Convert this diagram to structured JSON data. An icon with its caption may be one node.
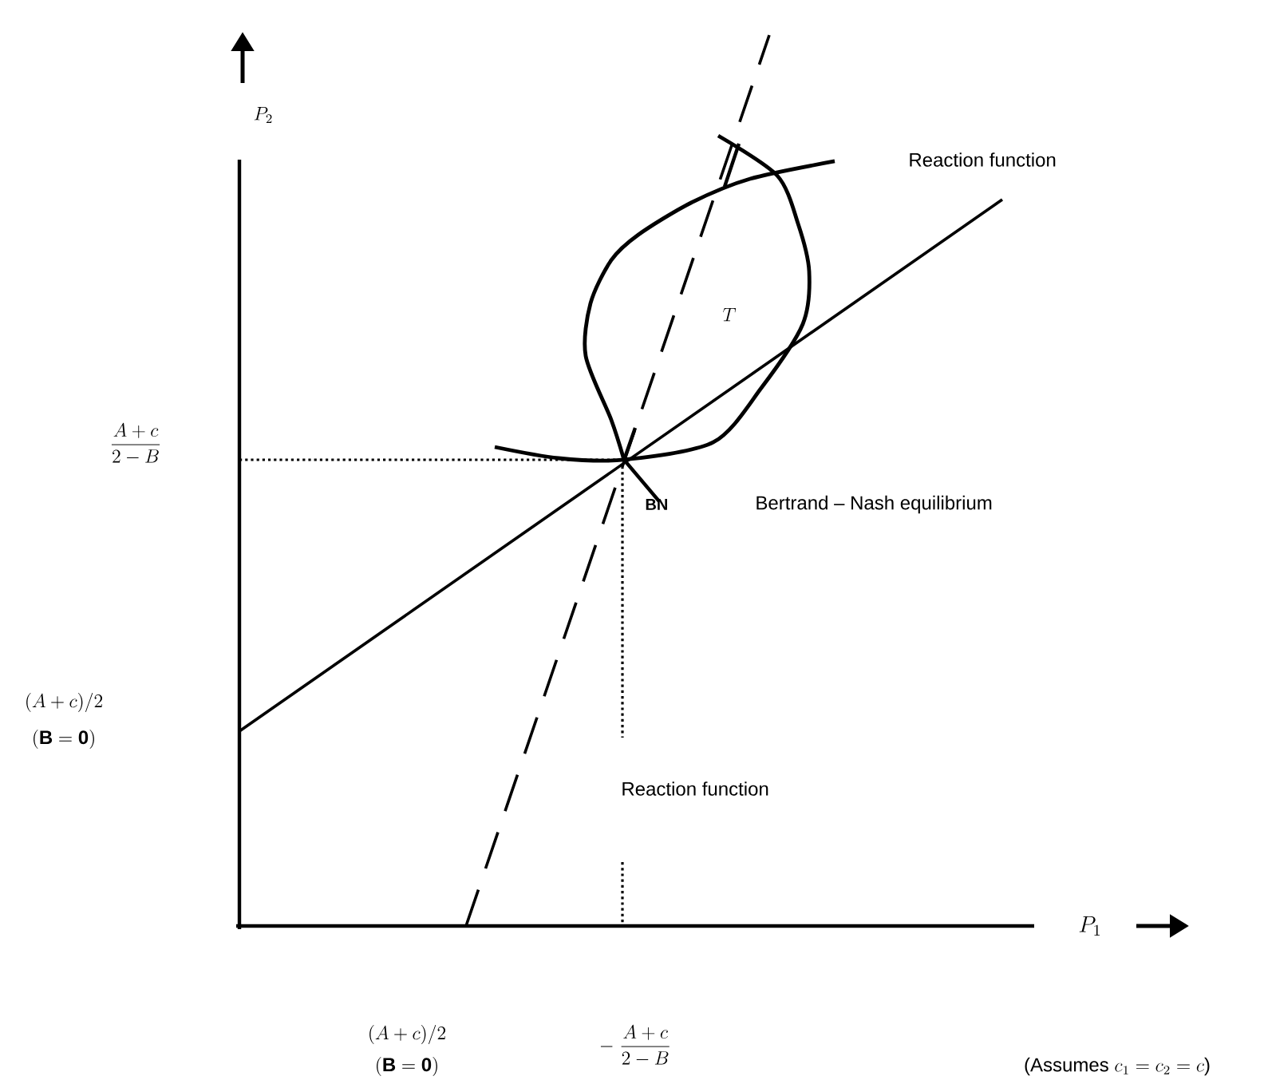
{
  "diagram": {
    "labels": [
      "P_2",
      "Reaction function",
      "T",
      "\\frac{A+c}{2-B}",
      "BN",
      "Bertrand – Nash equilibrium",
      "(A+c)/2",
      "\\mathbf{(B=0)}",
      "Reaction function",
      "P_1",
      "(A+c)/2",
      "\\mathbf{(B=0)}",
      "-\\;\\frac{A+c}{2-B}",
      "\\text{(Assumes }c_1=c_2=c\\text{)}"
    ]
  }
}
